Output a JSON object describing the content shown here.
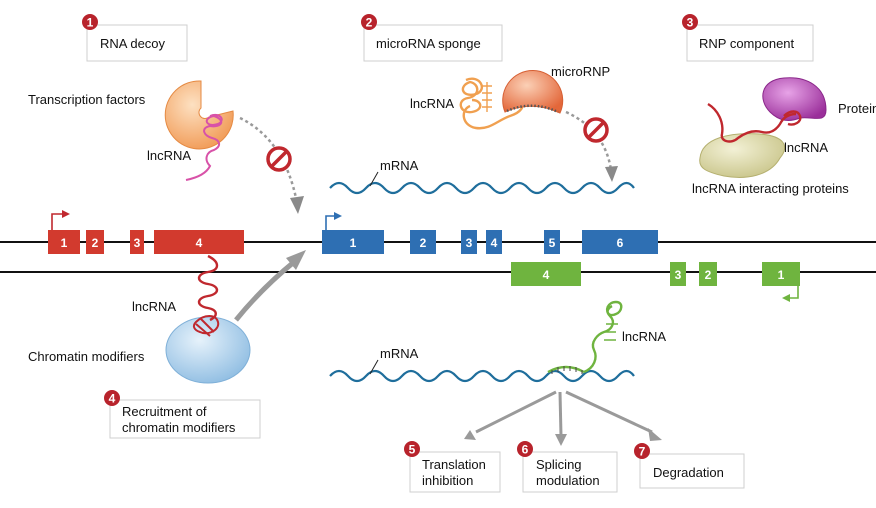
{
  "mechanisms": [
    {
      "number": "1",
      "label": "RNA decoy"
    },
    {
      "number": "2",
      "label": "microRNA sponge"
    },
    {
      "number": "3",
      "label": "RNP component"
    },
    {
      "number": "4",
      "label_line1": "Recruitment of",
      "label_line2": "chromatin modifiers"
    },
    {
      "number": "5",
      "label_line1": "Translation",
      "label_line2": "inhibition"
    },
    {
      "number": "6",
      "label_line1": "Splicing",
      "label_line2": "modulation"
    },
    {
      "number": "7",
      "label": "Degradation"
    }
  ],
  "labels": {
    "transcription_factors": "Transcription factors",
    "lncrna": "lncRNA",
    "microrna_lncrna": "lncRNA",
    "micrornp": "microRNP",
    "protein": "Protein",
    "rnp_lncrna": "lncRNA",
    "lncrna_interacting_proteins": "lncRNA interacting proteins",
    "mrna_top": "mRNA",
    "chromatin_lncrna": "lncRNA",
    "chromatin_modifiers": "Chromatin modifiers",
    "mrna_bottom": "mRNA",
    "bottom_lncrna": "lncRNA"
  },
  "exons": {
    "lncrna_gene": [
      "1",
      "2",
      "3",
      "4"
    ],
    "coding_gene": [
      "1",
      "2",
      "3",
      "4",
      "5",
      "6"
    ],
    "antisense_gene": [
      "4",
      "3",
      "2",
      "1"
    ]
  },
  "colors": {
    "lncrna_exon": "#d23a2e",
    "coding_exon": "#2e6fb3",
    "antisense_exon": "#6fb43f",
    "mrna": "#1f6e9c",
    "badge": "#b8232c",
    "transcription_factor": "#f5a66a",
    "microrna_lncrna": "#f0a050",
    "micrornp": "#e9794f",
    "protein": "#a33fa3",
    "interacting_protein": "#d9d6a3",
    "chromatin_modifier": "#a9cde8",
    "arrow": "#9a9a9a"
  }
}
